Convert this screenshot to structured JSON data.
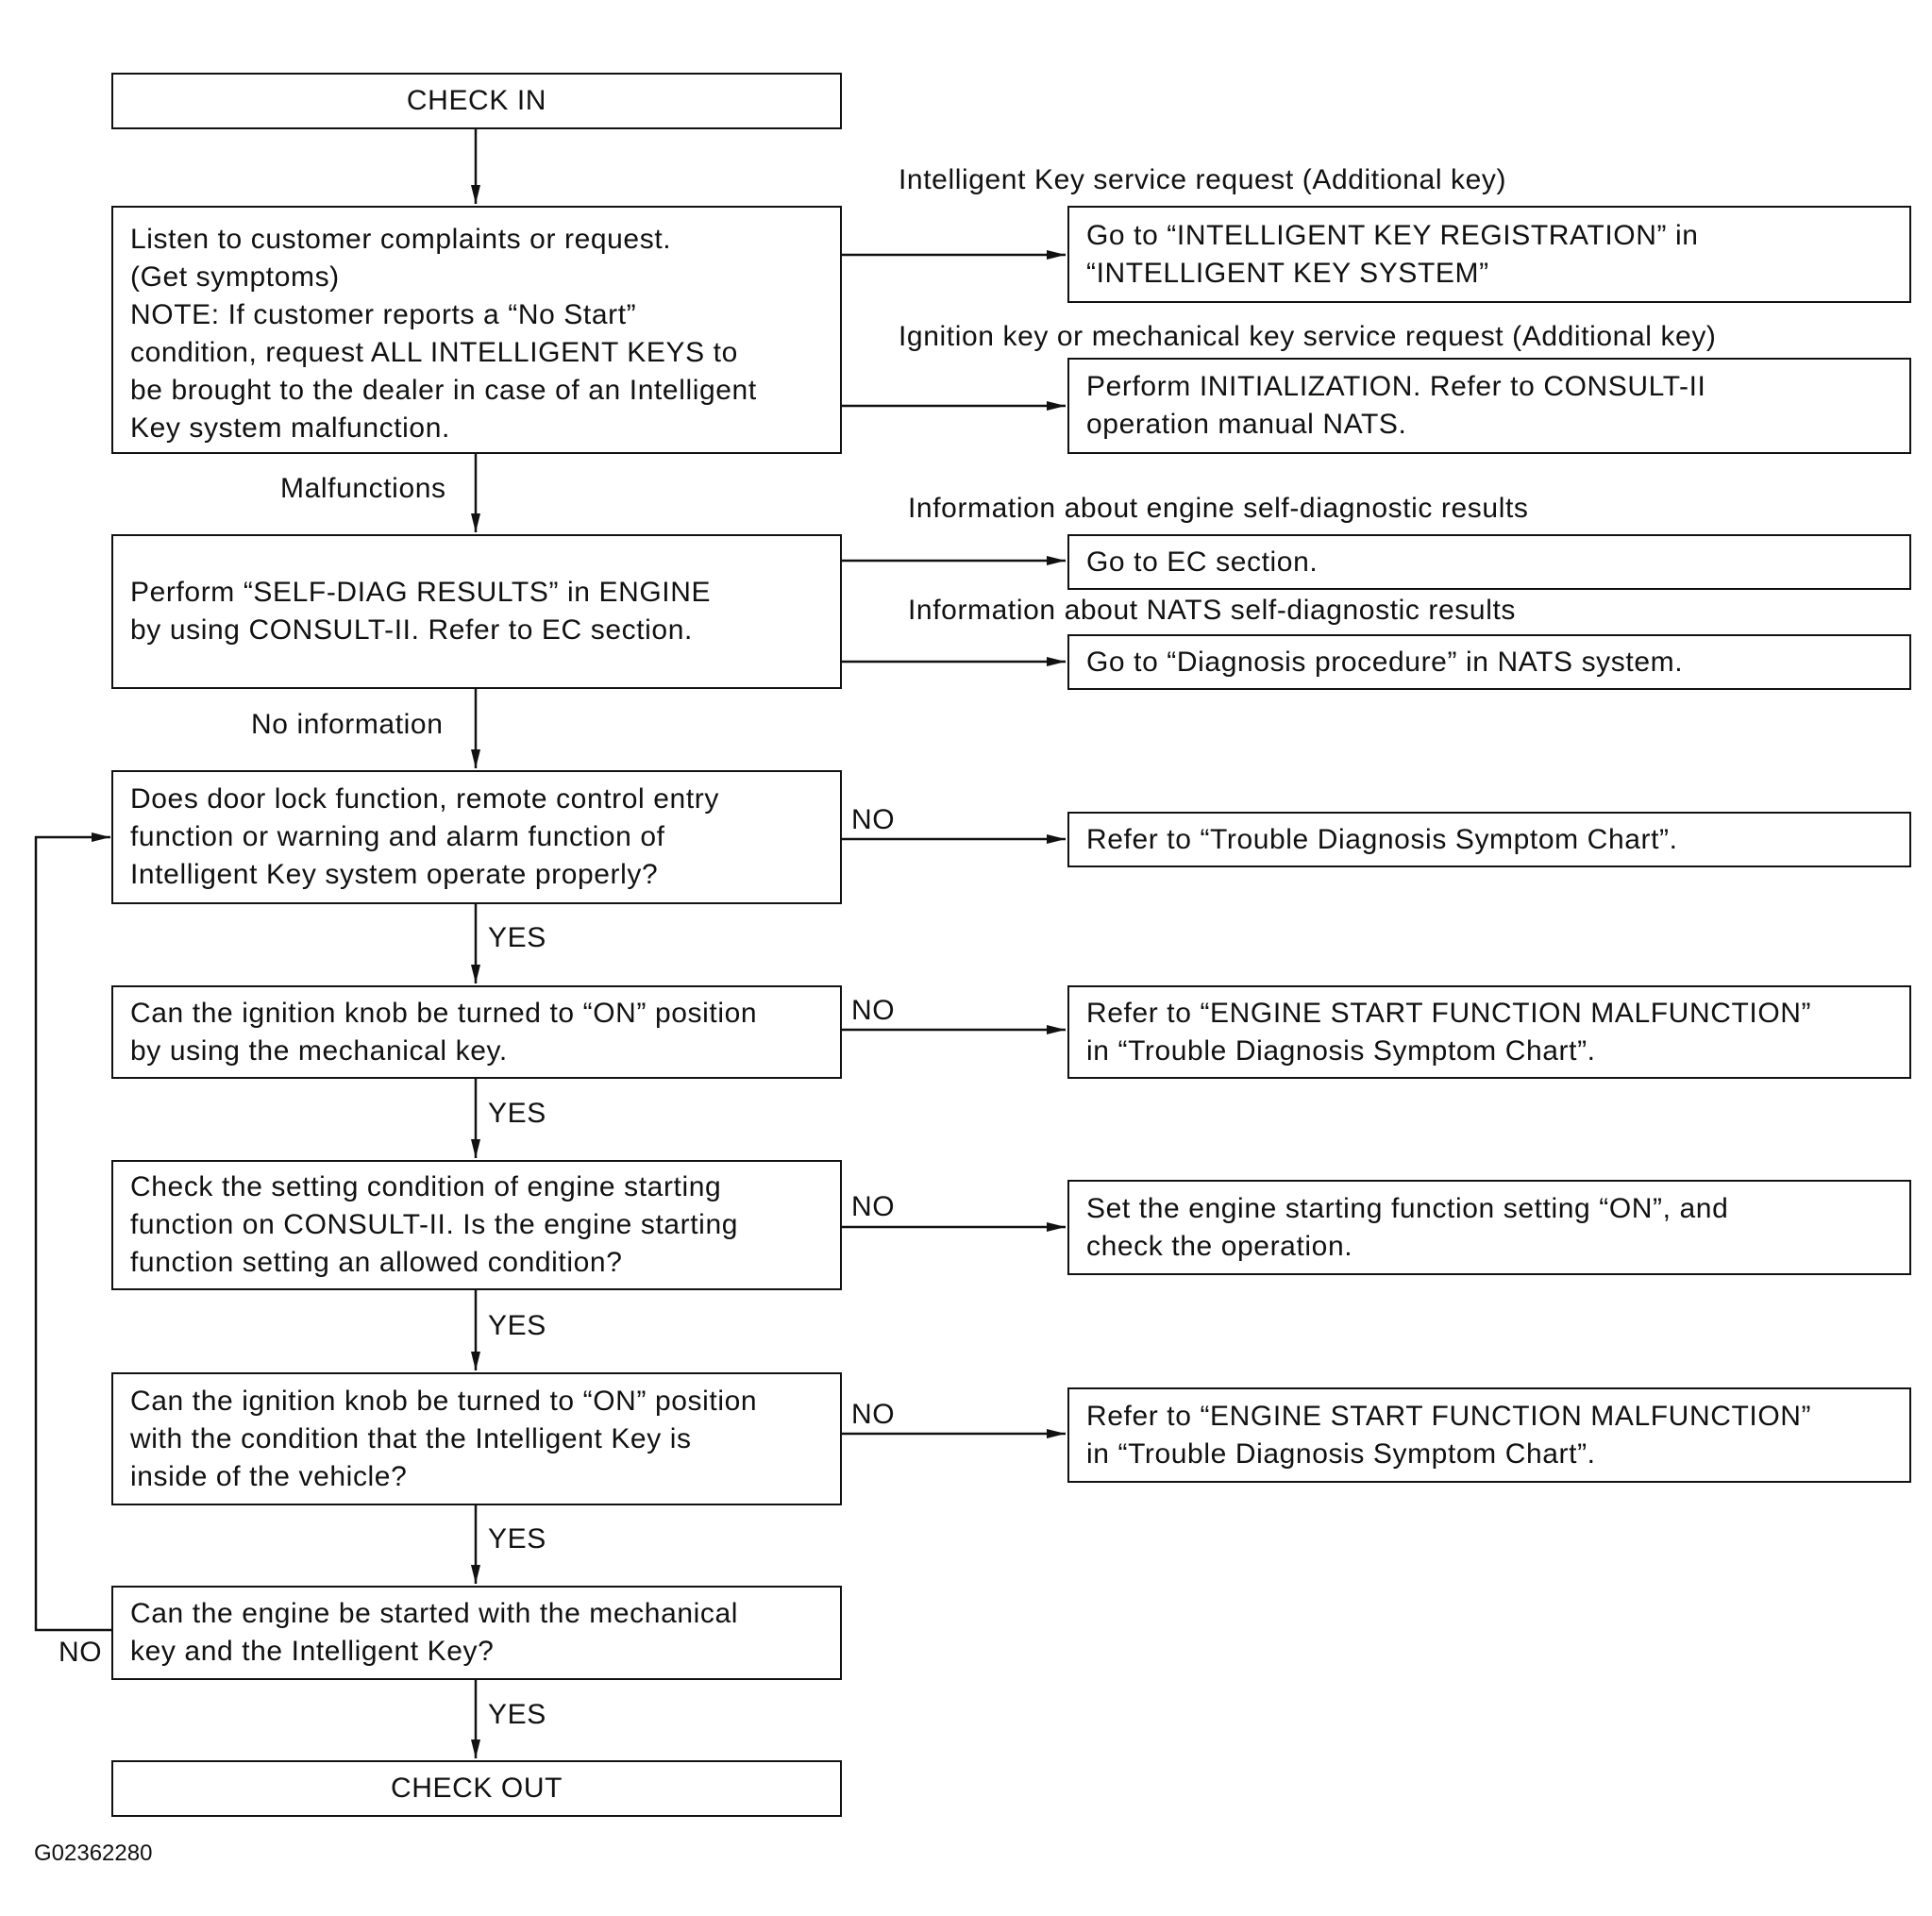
{
  "steps": {
    "check_in": "CHECK IN",
    "listen": {
      "lines": [
        "Listen to customer complaints or request.",
        "(Get symptoms)",
        "NOTE: If customer reports a “No Start”",
        "condition, request ALL INTELLIGENT KEYS to",
        "be brought to the dealer in case of an Intelligent",
        "Key system malfunction."
      ]
    },
    "self_diag": {
      "lines": [
        "Perform “SELF-DIAG RESULTS” in ENGINE",
        "by using CONSULT-II. Refer to EC section."
      ]
    },
    "door_lock": {
      "lines": [
        "Does door lock function, remote control entry",
        "function or warning and alarm function of",
        "Intelligent Key system operate properly?"
      ]
    },
    "ignition_mech": {
      "lines": [
        "Can the ignition knob be turned to “ON” position",
        "by using the mechanical key."
      ]
    },
    "setting_check": {
      "lines": [
        "Check the setting condition of engine starting",
        "function on CONSULT-II. Is the engine starting",
        "function setting an allowed condition?"
      ]
    },
    "ignition_ikey": {
      "lines": [
        "Can the ignition knob be turned to “ON” position",
        "with the condition that the Intelligent Key is",
        "inside of the vehicle?"
      ]
    },
    "engine_start": {
      "lines": [
        "Can the engine be started with the mechanical",
        "key and the Intelligent Key?"
      ]
    },
    "check_out": "CHECK OUT"
  },
  "results": {
    "ikey_registration": {
      "lines": [
        "Go to “INTELLIGENT KEY REGISTRATION” in",
        "“INTELLIGENT KEY SYSTEM”"
      ]
    },
    "initialization": {
      "lines": [
        "Perform INITIALIZATION. Refer to CONSULT-II",
        "operation manual NATS."
      ]
    },
    "ec_section": "Go to EC section.",
    "nats_diag": "Go to “Diagnosis procedure” in NATS system.",
    "symptom_chart": "Refer to “Trouble Diagnosis Symptom Chart”.",
    "engine_start_malf_1": {
      "lines": [
        "Refer to “ENGINE START FUNCTION MALFUNCTION”",
        "in “Trouble Diagnosis Symptom Chart”."
      ]
    },
    "set_starting_function": {
      "lines": [
        "Set the engine starting function setting “ON”, and",
        "check the operation."
      ]
    },
    "engine_start_malf_2": {
      "lines": [
        "Refer to “ENGINE START FUNCTION MALFUNCTION”",
        "in “Trouble Diagnosis Symptom Chart”."
      ]
    }
  },
  "branch_labels": {
    "ikey_request": "Intelligent Key service request (Additional key)",
    "mech_key_request": "Ignition key or mechanical key service request (Additional key)",
    "engine_diag_info": "Information about engine self-diagnostic results",
    "nats_diag_info": "Information about NATS self-diagnostic results",
    "malfunctions": "Malfunctions",
    "no_information": "No information",
    "yes": "YES",
    "no": "NO"
  },
  "figure_id": "G02362280"
}
